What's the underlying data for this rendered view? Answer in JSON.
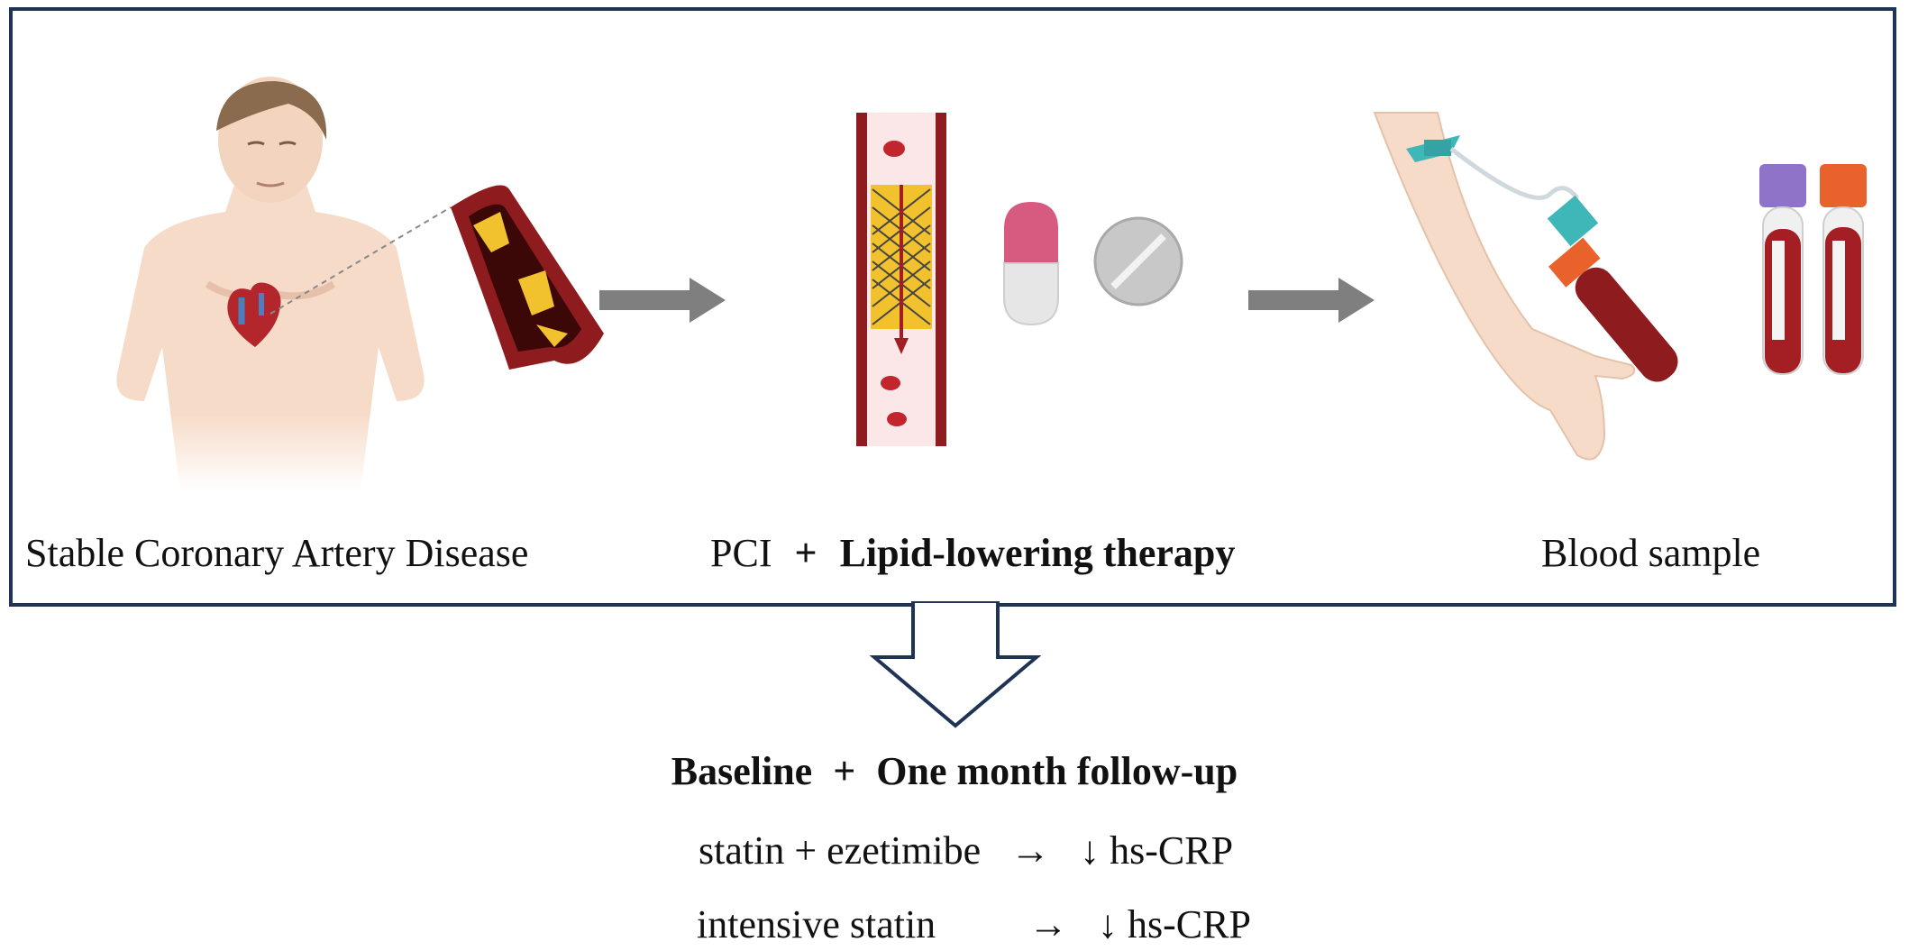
{
  "panel": {
    "step1_label": "Stable Coronary Artery Disease",
    "step2_label_a": "PCI",
    "step2_plus": "+",
    "step2_label_b": "Lipid-lowering therapy",
    "step3_label": "Blood sample"
  },
  "bottom": {
    "heading_a": "Baseline",
    "heading_plus": "+",
    "heading_b": "One month follow-up",
    "rows": [
      {
        "left": "statin + ezetimibe",
        "arrow": "→",
        "down": "↓",
        "result": "hs-CRP"
      },
      {
        "left": "intensive statin",
        "arrow": "→",
        "down": "↓",
        "result": "hs-CRP"
      }
    ]
  },
  "colors": {
    "frame": "#1f3354",
    "arrow_gray": "#7f7f7f",
    "blood_red": "#8e1b1e",
    "skin": "#f6dcc8"
  },
  "icons": [
    "patient-figure",
    "heart-icon",
    "plaque-artery-icon",
    "stent-artery-icon",
    "capsule-icon",
    "tablet-icon",
    "blood-draw-arm-icon",
    "purple-cap-tube-icon",
    "orange-cap-tube-icon"
  ]
}
